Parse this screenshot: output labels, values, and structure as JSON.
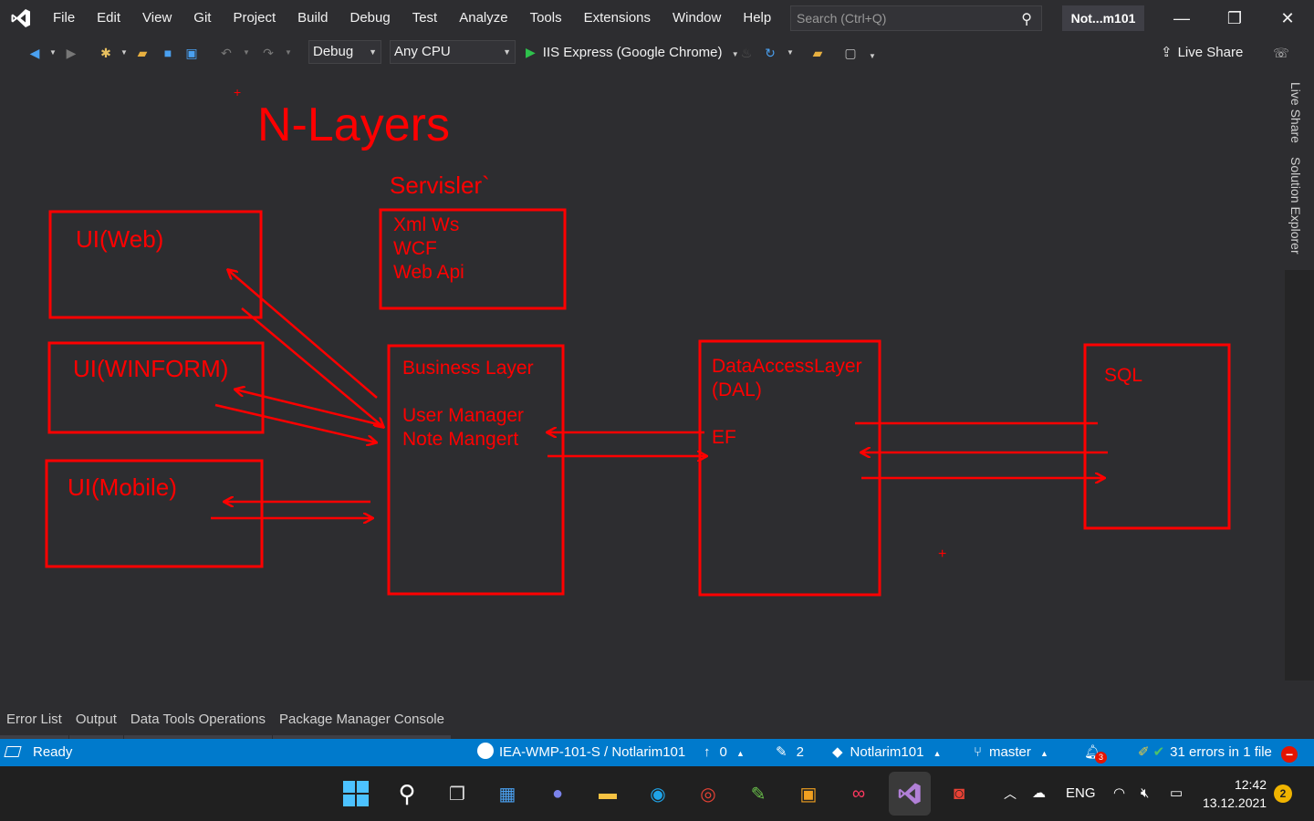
{
  "menu": {
    "items": [
      "File",
      "Edit",
      "View",
      "Git",
      "Project",
      "Build",
      "Debug",
      "Test",
      "Analyze",
      "Tools",
      "Extensions",
      "Window",
      "Help"
    ],
    "search_placeholder": "Search (Ctrl+Q)",
    "solution_name": "Not...m101"
  },
  "toolbar": {
    "configuration": "Debug",
    "platform": "Any CPU",
    "run_target": "IIS Express (Google Chrome)",
    "live_share": "Live Share"
  },
  "drawing": {
    "title": "N-Layers",
    "services_heading": "Servisler`",
    "services_items": [
      "Xml Ws",
      "WCF",
      "Web Api"
    ],
    "ui_web": "UI(Web)",
    "ui_winform": "UI(WINFORM)",
    "ui_mobile": "UI(Mobile)",
    "business_title": "Business Layer",
    "business_items": [
      "User Manager",
      "Note Mangert"
    ],
    "dal_line1": "DataAccessLayer",
    "dal_line2": "(DAL)",
    "dal_item": "EF",
    "sql": "SQL",
    "ink_color": "#ff0000"
  },
  "side_tabs": [
    "Live Share",
    "Solution Explorer"
  ],
  "bottom_tabs": [
    "Error List",
    "Output",
    "Data Tools Operations",
    "Package Manager Console"
  ],
  "status": {
    "ready": "Ready",
    "repo": "IEA-WMP-101-S / Notlarim101",
    "push_count": "0",
    "changes_count": "2",
    "project": "Notlarim101",
    "branch": "master",
    "notifications": "3",
    "errors": "31 errors in 1 file"
  },
  "taskbar": {
    "language": "ENG",
    "time": "12:42",
    "date": "13.12.2021",
    "notification_count": "2"
  },
  "colors": {
    "status_bar": "#007acc",
    "background": "#2d2d30",
    "ink": "#ff0000"
  }
}
